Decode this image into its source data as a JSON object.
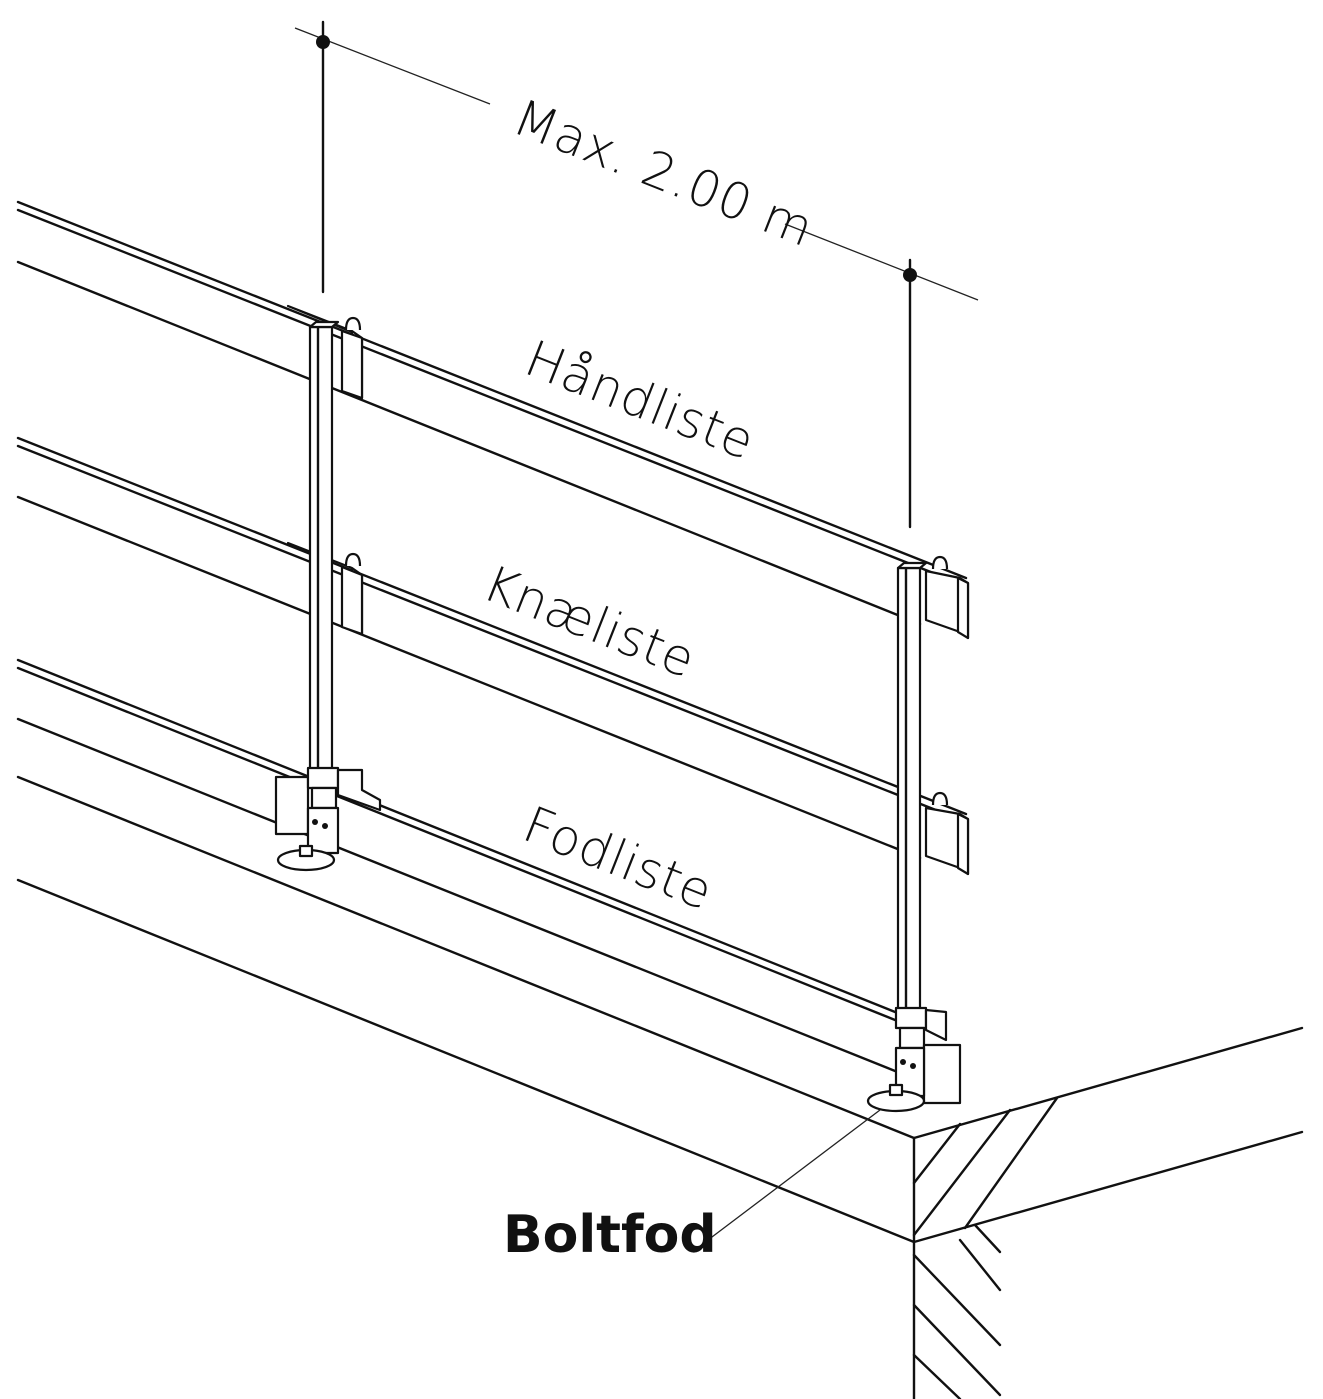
{
  "dimension": {
    "label": "Max. 2.00 m"
  },
  "labels": {
    "handrail": "Håndliste",
    "kneerail": "Knæliste",
    "toeboard": "Fodliste",
    "boltfoot": "Boltfod"
  }
}
